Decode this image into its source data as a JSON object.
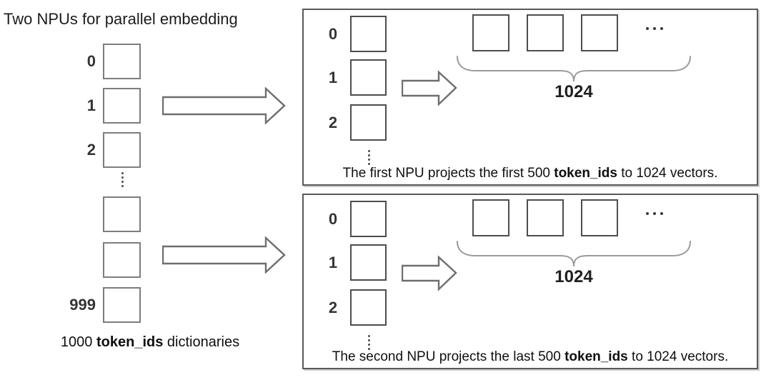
{
  "diagram": {
    "title": "Two NPUs for parallel embedding",
    "left_column": {
      "index_labels": [
        "0",
        "1",
        "2"
      ],
      "last_index_label": "999",
      "caption": {
        "prefix": "1000 ",
        "bold": "token_ids",
        "suffix": " dictionaries"
      }
    },
    "npu_boxes": [
      {
        "index_labels": [
          "0",
          "1",
          "2"
        ],
        "horizontal_ellipsis": "...",
        "brace_label": "1024",
        "caption": {
          "prefix": "The first NPU projects the first 500 ",
          "bold": "token_ids",
          "suffix": " to 1024 vectors."
        }
      },
      {
        "index_labels": [
          "0",
          "1",
          "2"
        ],
        "horizontal_ellipsis": "...",
        "brace_label": "1024",
        "caption": {
          "prefix": "The second NPU projects the last 500 ",
          "bold": "token_ids",
          "suffix": " to 1024 vectors."
        }
      }
    ],
    "colors": {
      "left_square_border": "#7d7d7d",
      "box_square_border": "#4d4d4d",
      "box_border": "#595959",
      "arrow_stroke": "#6e6e6e",
      "brace_stroke": "#9a9a9a",
      "text": "#111111"
    }
  }
}
